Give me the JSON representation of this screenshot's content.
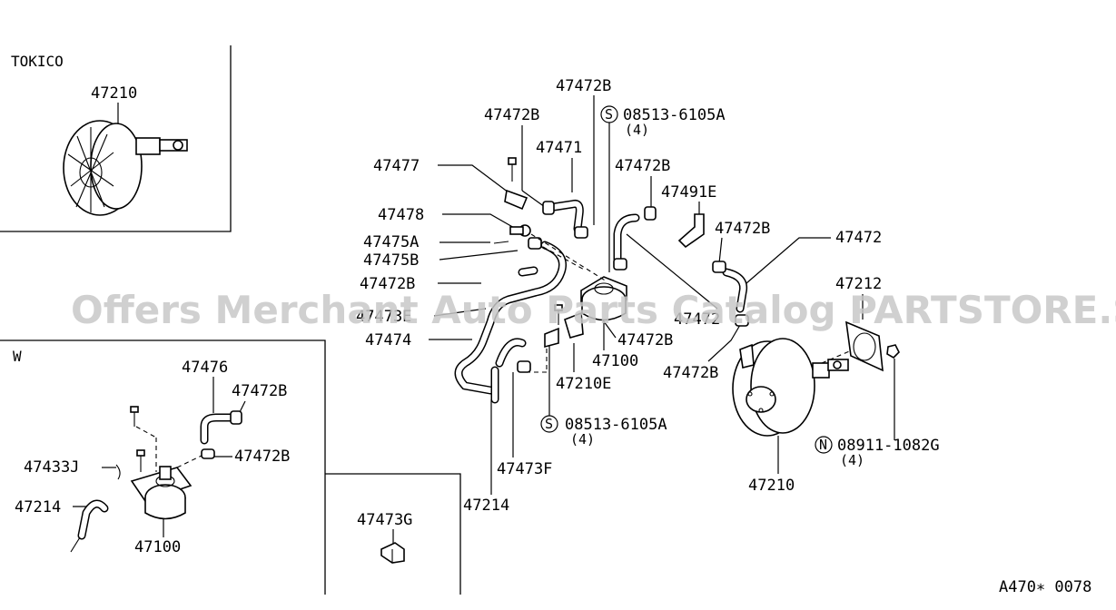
{
  "panels": {
    "tokico": {
      "title": "TOKICO",
      "part": "47210"
    },
    "w": {
      "title": "W",
      "parts": [
        "47476",
        "47472B",
        "47433J",
        "47472B",
        "47214",
        "47100"
      ]
    },
    "g": {
      "part": "47473G"
    }
  },
  "main_labels": {
    "p47472B_top": "47472B",
    "p08513_top": "08513-6105A",
    "p08513_top_qty": "(4)",
    "p47472B_a": "47472B",
    "p47471": "47471",
    "p47477": "47477",
    "p47472B_b": "47472B",
    "p47491E": "47491E",
    "p47478": "47478",
    "p47472B_c": "47472B",
    "p47472": "47472",
    "p47475A": "47475A",
    "p47475B": "47475B",
    "p47212": "47212",
    "p47472B_d": "47472B",
    "p47473E": "47473E",
    "p47472_partial": "47472",
    "p47474": "47474",
    "p47472B_e": "47472B",
    "p47100": "47100",
    "p47472B_f": "47472B",
    "p47210E": "47210E",
    "p08513_bot": "08513-6105A",
    "p08513_bot_qty": "(4)",
    "p08911": "08911-1082G",
    "p08911_qty": "(4)",
    "p47473F": "47473F",
    "p47214": "47214",
    "p47210": "47210"
  },
  "markers": {
    "s": "S",
    "n": "N"
  },
  "footer": {
    "code": "A470∗ 0078"
  },
  "watermark": {
    "text": "Offers Merchant Auto Parts Catalog PARTSTORE.SA"
  },
  "icons": [
    "brake-booster-icon",
    "master-vacuum-tank-icon",
    "hose-icon",
    "clamp-icon",
    "bolt-icon",
    "gasket-plate-icon",
    "nut-icon"
  ]
}
